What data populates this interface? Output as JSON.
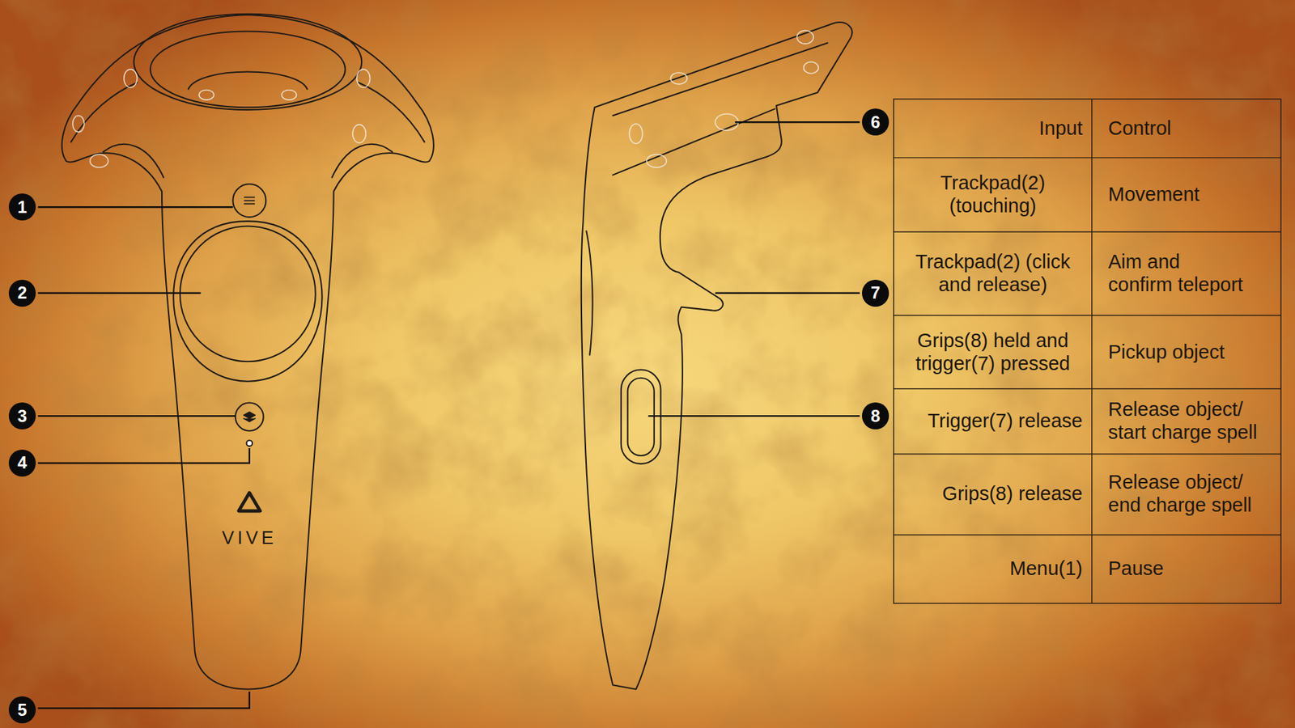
{
  "diagram": {
    "labels": [
      "1",
      "2",
      "3",
      "4",
      "5",
      "6",
      "7",
      "8",
      "VIVE",
      "Input",
      "Control",
      "Trackpad(2) (touching)",
      "Movement",
      "Trackpad(2) (click and release)",
      "Aim and confirm teleport",
      "Grips(8) held and trigger(7) pressed",
      "Pickup object",
      "Trigger(7) release",
      "Release object/ start charge spell",
      "Grips(8) release",
      "Release object/ end charge spell",
      "Menu(1)",
      "Pause"
    ]
  }
}
